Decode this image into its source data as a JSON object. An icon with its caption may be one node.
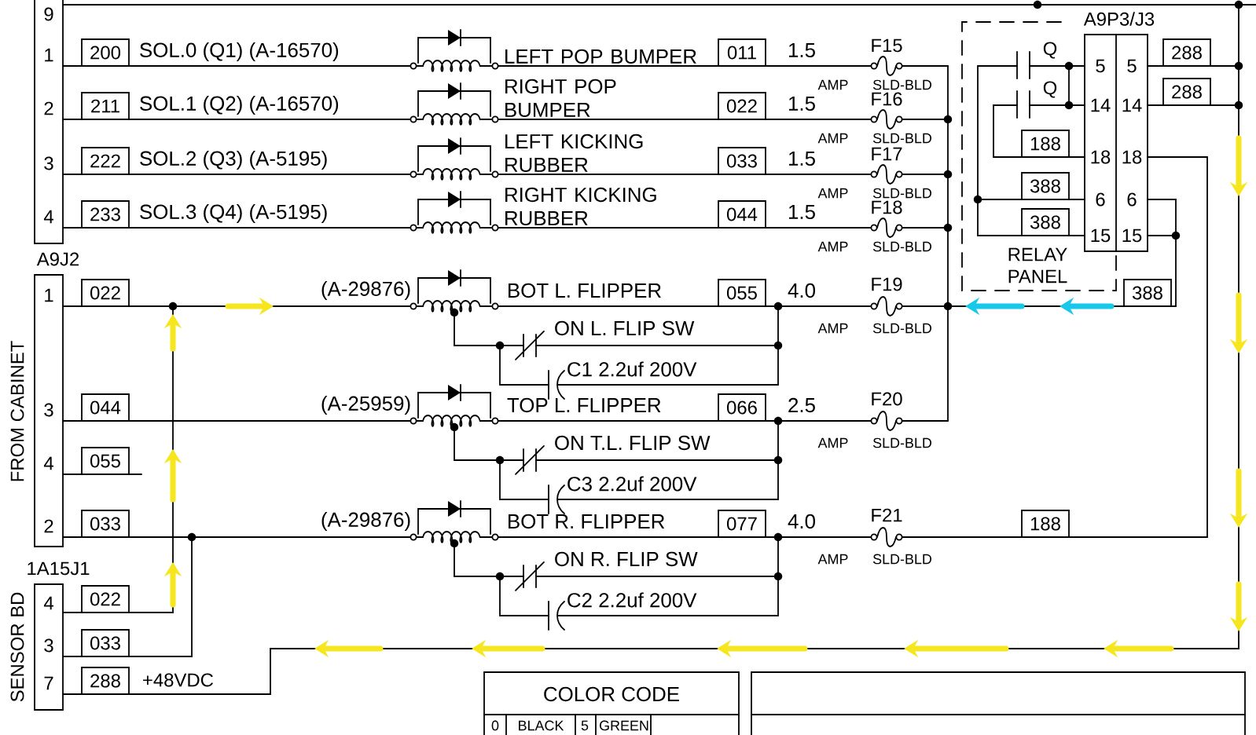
{
  "diagram": {
    "nodes": [
      {
        "text": [
          "9",
          "1",
          "2",
          "3",
          "4"
        ]
      },
      {
        "text": [
          "200"
        ]
      },
      {
        "text": [
          "211"
        ]
      },
      {
        "text": [
          "222"
        ]
      },
      {
        "text": [
          "233"
        ]
      },
      {
        "text": [
          "011"
        ]
      },
      {
        "text": [
          "022"
        ]
      },
      {
        "text": [
          "033"
        ]
      },
      {
        "text": [
          "044"
        ]
      },
      {
        "text": [
          "A9J2",
          "1",
          "3",
          "4",
          "2"
        ],
        "beside": [
          "FROM CABINET"
        ]
      },
      {
        "text": [
          "022"
        ]
      },
      {
        "text": [
          "044"
        ]
      },
      {
        "text": [
          "055"
        ]
      },
      {
        "text": [
          "033"
        ]
      },
      {
        "text": [
          "055"
        ]
      },
      {
        "text": [
          "066"
        ]
      },
      {
        "text": [
          "077"
        ]
      },
      {
        "text": [
          "188"
        ]
      },
      {
        "text": [
          "RELAY PANEL"
        ]
      },
      {
        "text": [
          "A9P3/J3",
          "5",
          "5",
          "14",
          "14",
          "18",
          "18",
          "6",
          "6",
          "15",
          "15"
        ]
      },
      {
        "text": [
          "188"
        ],
        "in": 18
      },
      {
        "text": [
          "388"
        ],
        "in": 18
      },
      {
        "text": [
          "388"
        ],
        "in": 18
      },
      {
        "text": [
          "288"
        ]
      },
      {
        "text": [
          "288"
        ]
      },
      {
        "text": [
          "388"
        ]
      },
      {
        "text": [
          "1A15J1",
          "4",
          "3",
          "7"
        ],
        "beside": [
          "SENSOR BD"
        ]
      },
      {
        "text": [
          "022"
        ]
      },
      {
        "text": [
          "033"
        ]
      },
      {
        "text": [
          "288"
        ]
      },
      {
        "text": [
          "COLOR CODE",
          "0",
          "BLACK",
          "5",
          "GREEN"
        ]
      },
      {
        "text": [],
        "shape": "box"
      }
    ],
    "labels": [
      "SOL.0 (Q1) (A-16570)",
      "LEFT POP BUMPER",
      "1.5",
      "F15",
      "AMP",
      "SLD-BLD",
      "SOL.1 (Q2) (A-16570)",
      "RIGHT POP BUMPER",
      "1.5",
      "F16",
      "AMP",
      "SLD-BLD",
      "SOL.2 (Q3) (A-5195)",
      "LEFT KICKING RUBBER",
      "1.5",
      "F17",
      "AMP",
      "SLD-BLD",
      "SOL.3 (Q4) (A-5195)",
      "RIGHT KICKING RUBBER",
      "1.5",
      "F18",
      "AMP",
      "SLD-BLD",
      "(A-29876)",
      "BOT L. FLIPPER",
      "4.0",
      "F19",
      "ON L. FLIP SW",
      "AMP",
      "SLD-BLD",
      "C1 2.2uf 200V",
      "(A-25959)",
      "TOP L. FLIPPER",
      "2.5",
      "F20",
      "ON T.L. FLIP SW",
      "AMP",
      "SLD-BLD",
      "C3 2.2uf 200V",
      "(A-29876)",
      "BOT R. FLIPPER",
      "4.0",
      "F21",
      "ON R. FLIP SW",
      "AMP",
      "SLD-BLD",
      "C2 2.2uf 200V",
      "Q",
      "Q",
      "+48VDC"
    ]
  }
}
